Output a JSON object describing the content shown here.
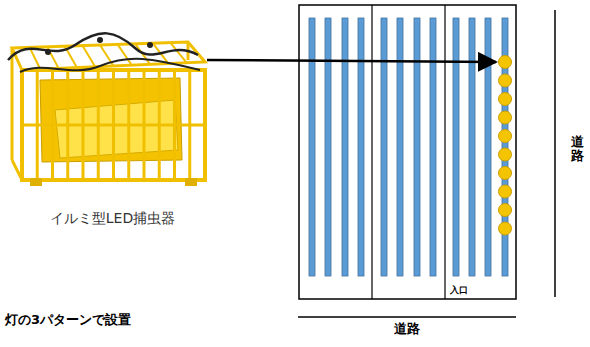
{
  "diagram": {
    "nodes": [
      {
        "text": [
          "イルミ型LED捕虫器"
        ]
      },
      {
        "text": [
          "入口"
        ]
      }
    ],
    "labels": [
      "道路",
      "道路",
      "灯の3パターンで設置"
    ]
  }
}
